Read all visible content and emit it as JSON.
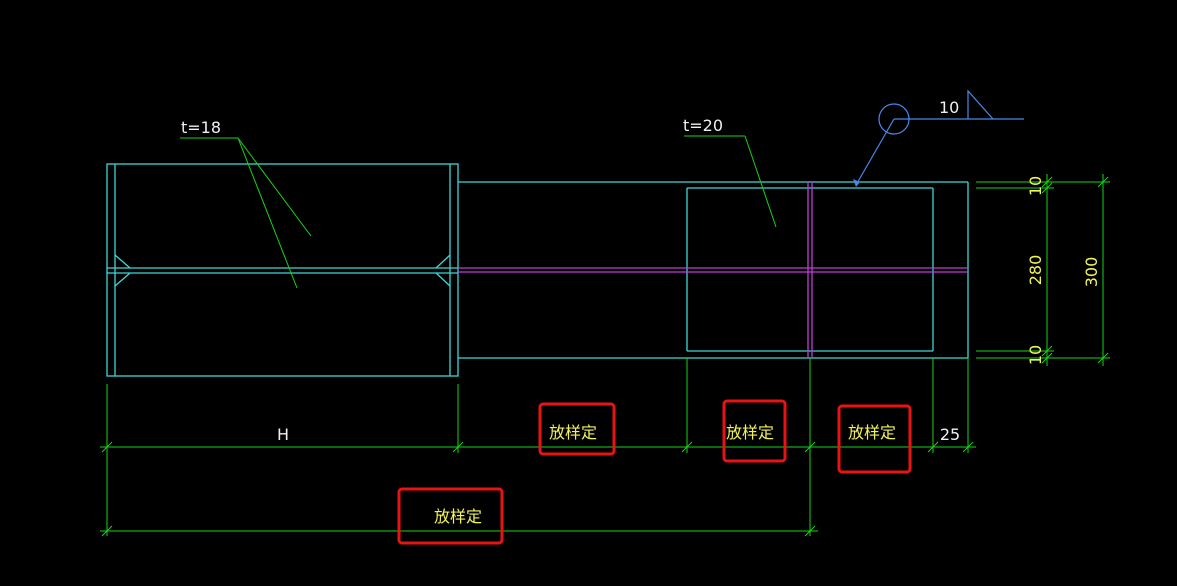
{
  "labels": {
    "left_thickness": "t=18",
    "right_thickness": "t=20",
    "weld_size": "10",
    "dim_top_flange": "10",
    "dim_web": "280",
    "dim_bottom_flange": "10",
    "dim_total_height": "300",
    "dim_h": "H",
    "dim_lofting_1": "放样定",
    "dim_lofting_2": "放样定",
    "dim_lofting_3": "放样定",
    "dim_25": "25",
    "dim_lofting_overall": "放样定"
  },
  "colors": {
    "background": "#000000",
    "outline": "#3fd6d6",
    "dimension": "#19d219",
    "centerline": "#c33bd6",
    "weld_symbol": "#4a88e8",
    "highlight": "#e81414",
    "text_white": "#f0f0f0",
    "text_yellow": "#f2f25a"
  }
}
